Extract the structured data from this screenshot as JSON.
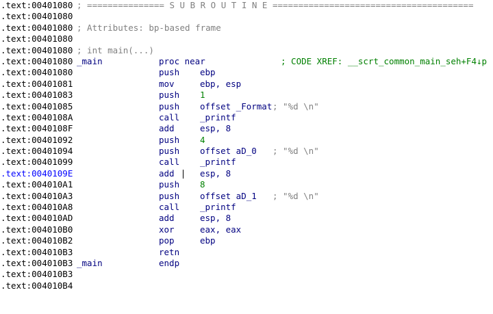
{
  "rows": [
    {
      "addr": ".text:00401080",
      "comment": "; =============== S U B R O U T I N E ======================================="
    },
    {
      "addr": ".text:00401080"
    },
    {
      "addr": ".text:00401080",
      "comment": "; Attributes: bp-based frame"
    },
    {
      "addr": ".text:00401080"
    },
    {
      "addr": ".text:00401080",
      "comment": "; int main(...)"
    },
    {
      "addr": ".text:00401080",
      "label": "_main",
      "mnemonic": "proc near",
      "xref": "; CODE XREF: __scrt_common_main_seh+F4↓p"
    },
    {
      "addr": ".text:00401080",
      "mnemonic": "push",
      "operand": "ebp"
    },
    {
      "addr": ".text:00401081",
      "mnemonic": "mov",
      "operand": "ebp, esp"
    },
    {
      "addr": ".text:00401083",
      "mnemonic": "push",
      "operand": "1"
    },
    {
      "addr": ".text:00401085",
      "mnemonic": "push",
      "operand": "offset _Format",
      "inline_comment": "; \"%d \\n\""
    },
    {
      "addr": ".text:0040108A",
      "mnemonic": "call",
      "operand": "_printf"
    },
    {
      "addr": ".text:0040108F",
      "mnemonic": "add",
      "operand": "esp, 8"
    },
    {
      "addr": ".text:00401092",
      "mnemonic": "push",
      "operand": "4"
    },
    {
      "addr": ".text:00401094",
      "mnemonic": "push",
      "operand": "offset aD_0",
      "inline_comment": "; \"%d \\n\""
    },
    {
      "addr": ".text:00401099",
      "mnemonic": "call",
      "operand": "_printf"
    },
    {
      "addr": ".text:0040109E",
      "mnemonic": "add",
      "operand": "esp, 8"
    },
    {
      "addr": ".text:004010A1",
      "mnemonic": "push",
      "operand": "8"
    },
    {
      "addr": ".text:004010A3",
      "mnemonic": "push",
      "operand": "offset aD_1",
      "inline_comment": "; \"%d \\n\""
    },
    {
      "addr": ".text:004010A8",
      "mnemonic": "call",
      "operand": "_printf"
    },
    {
      "addr": ".text:004010AD",
      "mnemonic": "add",
      "operand": "esp, 8"
    },
    {
      "addr": ".text:004010B0",
      "mnemonic": "xor",
      "operand": "eax, eax"
    },
    {
      "addr": ".text:004010B2",
      "mnemonic": "pop",
      "operand": "ebp"
    },
    {
      "addr": ".text:004010B3",
      "mnemonic": "retn"
    },
    {
      "addr": ".text:004010B3",
      "label": "_main",
      "mnemonic": "endp"
    },
    {
      "addr": ".text:004010B3"
    },
    {
      "addr": ".text:004010B4"
    }
  ],
  "current_row": 15,
  "colors": {
    "address": "#000000",
    "current_address": "#0000ff",
    "instruction": "#000080",
    "number": "#008000",
    "comment": "#808080",
    "xref": "#008000"
  }
}
